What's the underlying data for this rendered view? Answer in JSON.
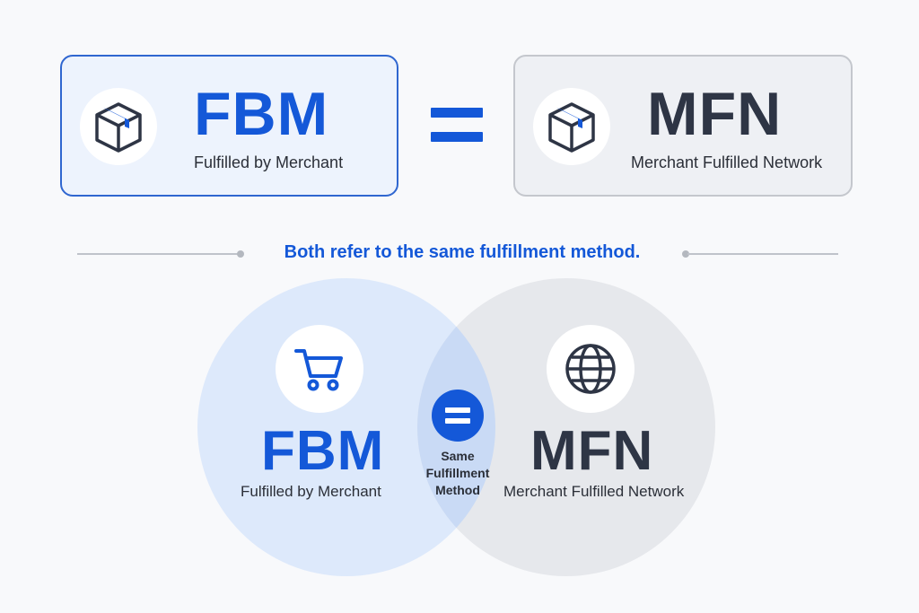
{
  "top_cards": {
    "fbm": {
      "acronym": "FBM",
      "expansion": "Fulfilled by Merchant",
      "icon": "package-icon"
    },
    "mfn": {
      "acronym": "MFN",
      "expansion": "Merchant Fulfilled Network",
      "icon": "package-icon"
    }
  },
  "equals_sign": "equals-icon",
  "tagline": "Both refer to the same fulfillment method.",
  "venn": {
    "left": {
      "acronym": "FBM",
      "expansion": "Fulfilled by Merchant",
      "icon": "shopping-cart-icon"
    },
    "right": {
      "acronym": "MFN",
      "expansion": "Merchant Fulfilled Network",
      "icon": "globe-icon"
    },
    "overlap": {
      "lines": [
        "Same",
        "Fulfillment",
        "Method"
      ],
      "icon": "equals-icon"
    }
  },
  "colors": {
    "accent_blue": "#1458d8",
    "dark_text": "#2e3545",
    "fbm_fill": "#dde9fb",
    "mfn_fill": "#e6e8ec",
    "overlap_fill": "#c9daf5"
  }
}
